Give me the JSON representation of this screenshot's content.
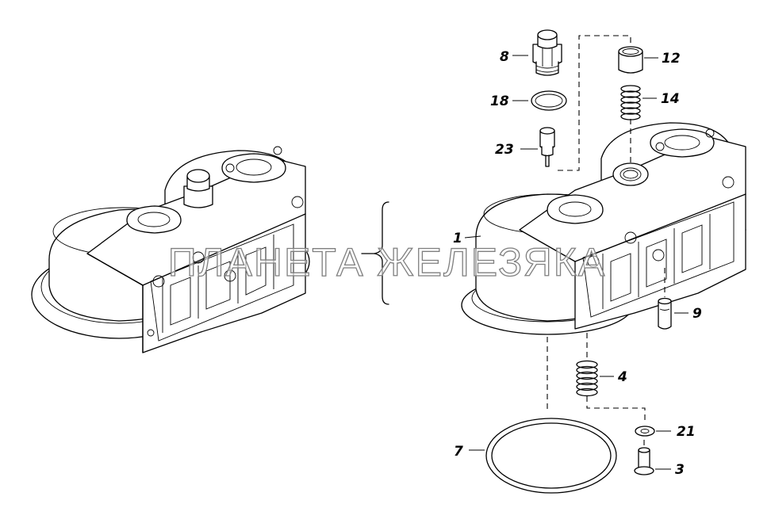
{
  "diagram": {
    "callouts": [
      {
        "id": "c8",
        "label": "8"
      },
      {
        "id": "c12",
        "label": "12"
      },
      {
        "id": "c18",
        "label": "18"
      },
      {
        "id": "c14",
        "label": "14"
      },
      {
        "id": "c23",
        "label": "23"
      },
      {
        "id": "c1",
        "label": "1"
      },
      {
        "id": "c9",
        "label": "9"
      },
      {
        "id": "c4",
        "label": "4"
      },
      {
        "id": "c21",
        "label": "21"
      },
      {
        "id": "c7",
        "label": "7"
      },
      {
        "id": "c3",
        "label": "3"
      }
    ]
  },
  "watermark": {
    "text": "ПЛАНЕТА ЖЕЛЕЗЯКА"
  },
  "colors": {
    "line": "#000000",
    "background": "#ffffff",
    "watermark_outline": "#7f7f7f"
  }
}
